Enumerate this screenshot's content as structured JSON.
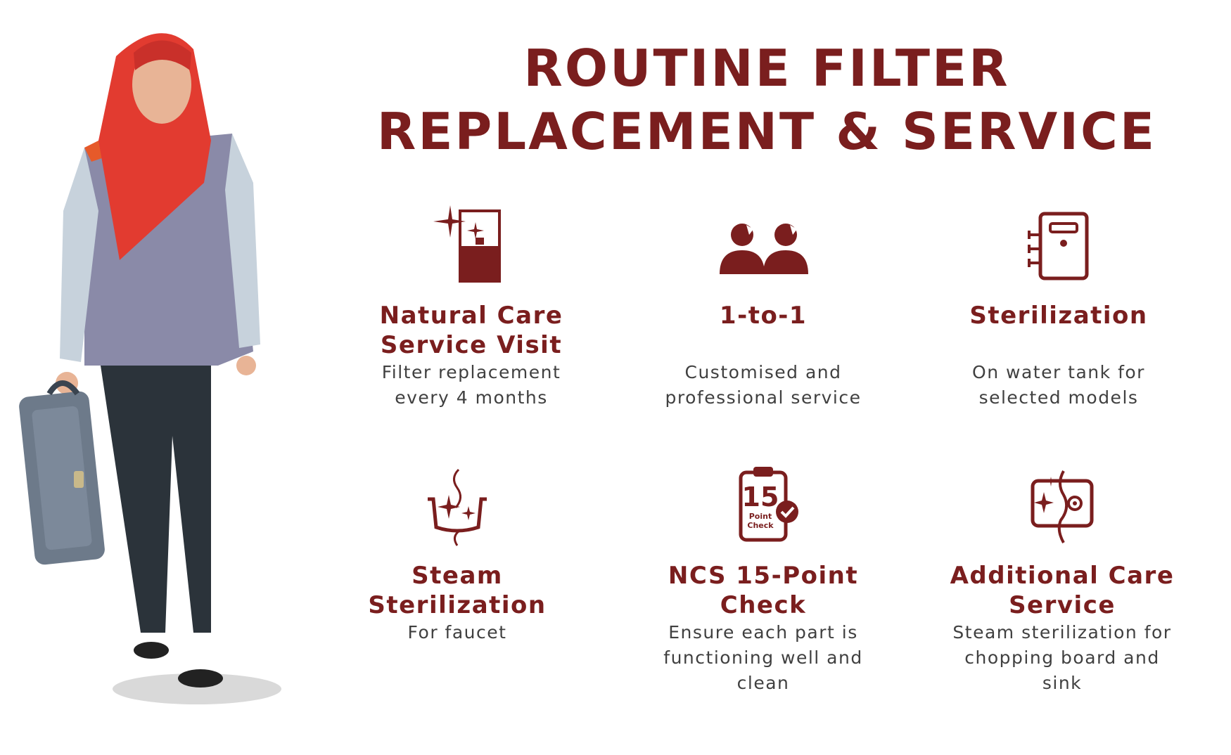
{
  "title": {
    "line1": "ROUTINE FILTER",
    "line2": "REPLACEMENT & SERVICE"
  },
  "accent_color": "#7a1e1e",
  "badge": {
    "number": "15",
    "line1": "Point",
    "line2": "Check"
  },
  "features": [
    {
      "icon": "water-purifier-sparkle-icon",
      "title": "Natural Care\nService Visit",
      "desc": "Filter replacement\nevery 4 months"
    },
    {
      "icon": "two-people-icon",
      "title": "1-to-1",
      "desc": "Customised and\nprofessional service"
    },
    {
      "icon": "water-tank-icon",
      "title": "Sterilization",
      "desc": "On water tank for\nselected models"
    },
    {
      "icon": "steam-faucet-icon",
      "title": "Steam\nSterilization",
      "desc": "For faucet"
    },
    {
      "icon": "15-point-check-icon",
      "title": "NCS 15-Point\nCheck",
      "desc": "Ensure each part is\nfunctioning well and\nclean"
    },
    {
      "icon": "sink-sparkle-icon",
      "title": "Additional Care\nService",
      "desc": "Steam sterilization for\nchopping board and\nsink"
    }
  ]
}
